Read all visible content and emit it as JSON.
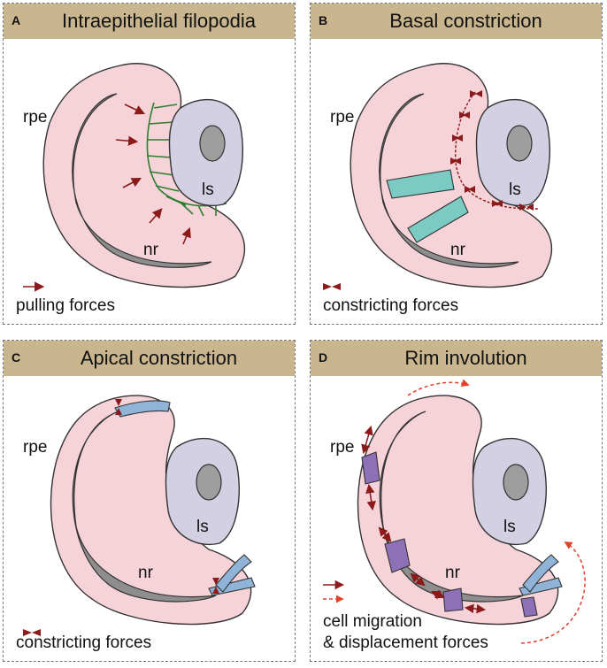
{
  "panels": {
    "a": {
      "letter": "A",
      "title": "Intraepithelial filopodia",
      "rpe": "rpe",
      "ls": "ls",
      "nr": "nr",
      "legend": "pulling forces"
    },
    "b": {
      "letter": "B",
      "title": "Basal constriction",
      "rpe": "rpe",
      "ls": "ls",
      "nr": "nr",
      "legend": "constricting forces"
    },
    "c": {
      "letter": "C",
      "title": "Apical constriction",
      "rpe": "rpe",
      "ls": "ls",
      "nr": "nr",
      "legend": "constricting forces"
    },
    "d": {
      "letter": "D",
      "title": "Rim involution",
      "rpe": "rpe",
      "ls": "ls",
      "nr": "nr",
      "legend_line1": "cell migration",
      "legend_line2": "& displacement forces"
    }
  },
  "colors": {
    "header": "#c9b58e",
    "optic_cup": "#f5d3d8",
    "lens": "#d4d0e3",
    "nucleus": "#9e9e9e",
    "layer": "#8e8e8e",
    "force_arrow": "#8b1a1a",
    "filopodia": "#2e7d32",
    "cyan_cells": "#7ccac4",
    "blue_cells": "#8fb4d8",
    "purple_cells": "#8e70b7",
    "dashed_arrow": "#e2412b"
  }
}
